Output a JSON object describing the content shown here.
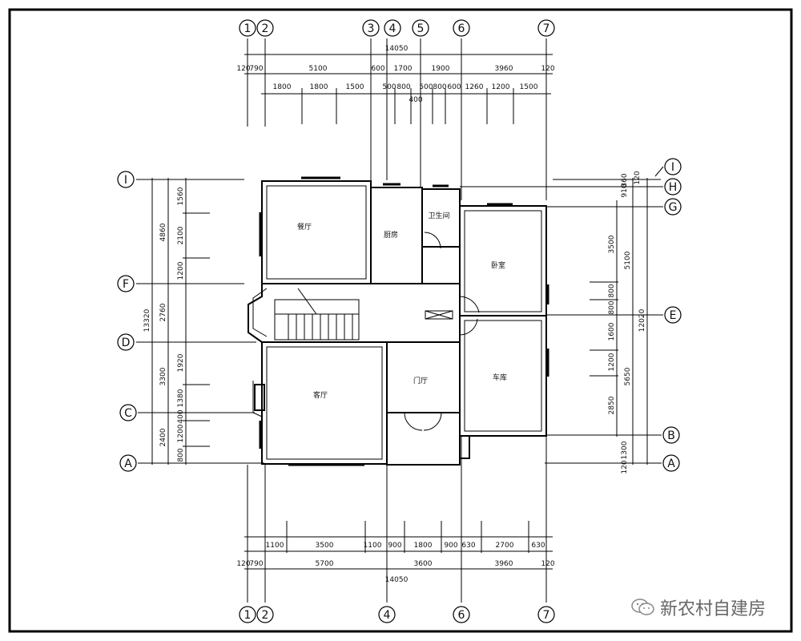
{
  "grid_labels": {
    "top": [
      "1",
      "2",
      "3",
      "4",
      "5",
      "6",
      "7"
    ],
    "bottom": [
      "1",
      "2",
      "4",
      "6",
      "7"
    ],
    "left": [
      "I",
      "F",
      "D",
      "C",
      "A"
    ],
    "right": [
      "I",
      "H",
      "G",
      "E",
      "B",
      "A"
    ]
  },
  "dims": {
    "top_total": "14050",
    "top_row1": [
      "120",
      "790",
      "5100",
      "600",
      "1700",
      "1900",
      "3960",
      "120"
    ],
    "top_row2": [
      "1800",
      "1800",
      "1500",
      "500",
      "800",
      "500",
      "800",
      "600",
      "1260",
      "1200",
      "1500"
    ],
    "top_400": "400",
    "bottom_row1": [
      "1100",
      "3500",
      "1100",
      "900",
      "1800",
      "900",
      "630",
      "2700",
      "630"
    ],
    "bottom_row2": [
      "120",
      "790",
      "5700",
      "3600",
      "3960",
      "120"
    ],
    "bottom_total": "14050",
    "left_total": "13320",
    "left_row1": [
      "4860",
      "2760",
      "3300",
      "2400"
    ],
    "left_row2": [
      "1560",
      "2100",
      "1200",
      "1920",
      "1380",
      "400",
      "1200",
      "800"
    ],
    "right_total": "12020",
    "right_row1": [
      "5100",
      "5650"
    ],
    "right_row2": [
      "3500",
      "800",
      "800",
      "1600",
      "1200",
      "2850"
    ],
    "right_top": [
      "910",
      "360",
      "120"
    ],
    "right_bottom": [
      "1300",
      "120"
    ]
  },
  "rooms": {
    "dining": "餐厅",
    "kitchen": "厨房",
    "toilet": "卫生间",
    "bedroom": "卧室",
    "foyer": "门厅",
    "garage": "车库",
    "living": "客厅"
  },
  "watermark": {
    "text": "新农村自建房",
    "icon": "wechat-icon"
  }
}
